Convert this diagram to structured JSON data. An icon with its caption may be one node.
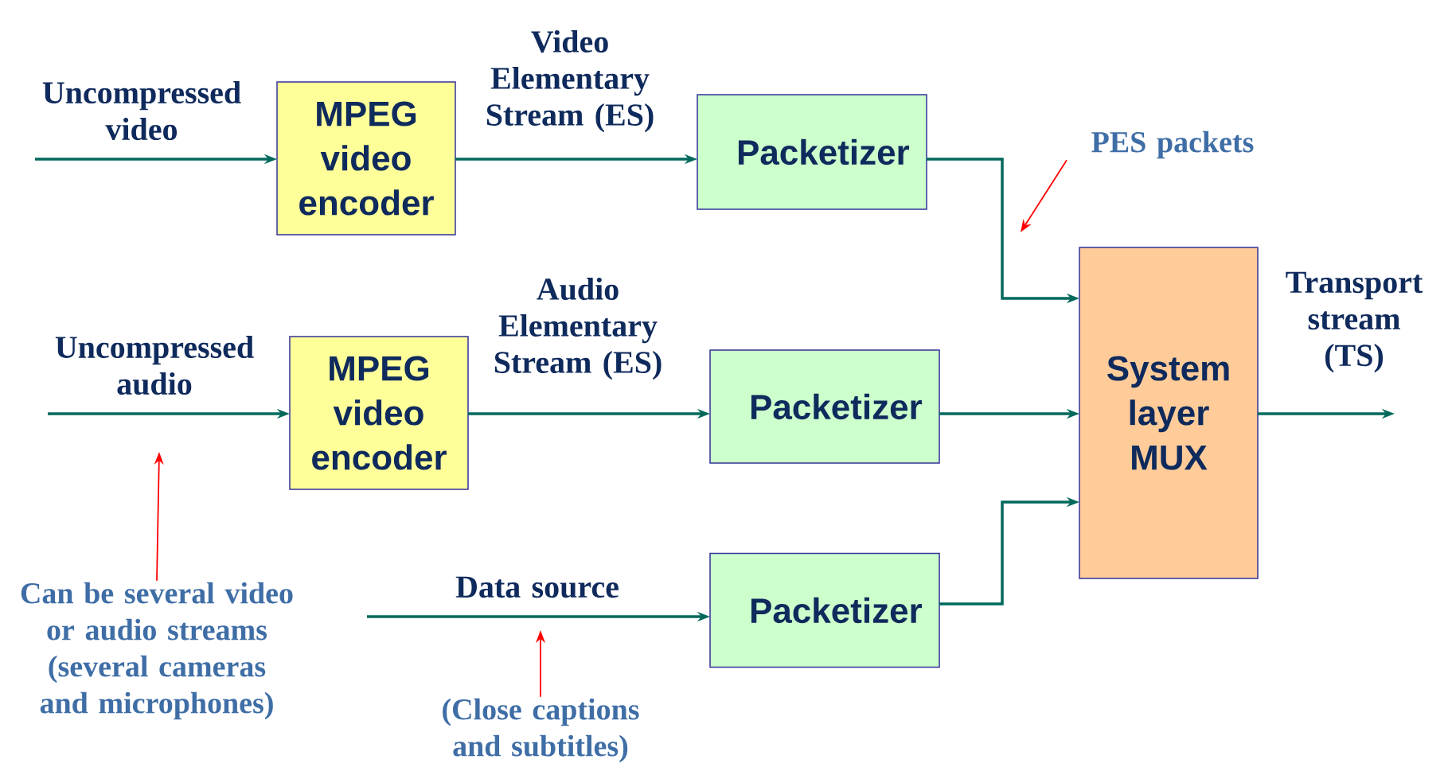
{
  "diagram": {
    "nodes": [
      {
        "text": [
          "MPEG video encoder"
        ]
      },
      {
        "text": [
          "Packetizer"
        ]
      },
      {
        "text": [
          "MPEG video encoder"
        ]
      },
      {
        "text": [
          "Packetizer"
        ]
      },
      {
        "text": [
          "Packetizer"
        ]
      },
      {
        "text": [
          "System layer MUX"
        ]
      },
      {
        "text": [
          "PES packets"
        ]
      },
      {
        "text": [
          "Can be several video or audio streams (several cameras and microphones)"
        ]
      },
      {
        "text": [
          "(Close captions and subtitles)"
        ]
      }
    ],
    "edges": [
      {
        "from": null,
        "to": 0,
        "arrow": "to",
        "label": "Uncompressed video"
      },
      {
        "from": 0,
        "to": 1,
        "arrow": "to",
        "label": "Video Elementary Stream (ES)"
      },
      {
        "from": 1,
        "to": 5,
        "arrow": "to"
      },
      {
        "from": null,
        "to": 2,
        "arrow": "to",
        "label": "Uncompressed audio"
      },
      {
        "from": 2,
        "to": 3,
        "arrow": "to",
        "label": "Audio Elementary Stream (ES)"
      },
      {
        "from": 3,
        "to": 5,
        "arrow": "to"
      },
      {
        "from": null,
        "to": 4,
        "arrow": "to",
        "label": "Data source"
      },
      {
        "from": 4,
        "to": 5,
        "arrow": "to"
      },
      {
        "from": 5,
        "to": null,
        "arrow": "to",
        "label": "Transport stream (TS)"
      },
      {
        "from": 6,
        "to": null,
        "arrow": "to",
        "color": "#ff0000"
      },
      {
        "from": 7,
        "to": null,
        "arrow": "to",
        "color": "#ff0000"
      },
      {
        "from": 8,
        "to": null,
        "arrow": "to",
        "color": "#ff0000"
      }
    ]
  }
}
